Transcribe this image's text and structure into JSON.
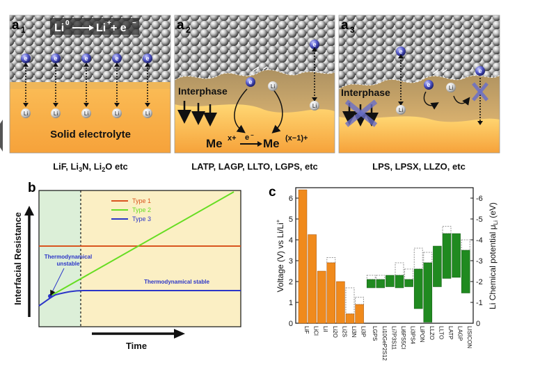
{
  "panel_a": {
    "a1": {
      "label": "a",
      "sub": "1",
      "reaction": {
        "left": "Li",
        "left_sup": "0",
        "right": "Li",
        "right_sup": "+",
        "tail": " + e",
        "tail_sup": "−"
      },
      "electron": "e",
      "electron_sup": "−",
      "ion": "Li",
      "ion_sup": "+",
      "electrolyte": "Solid electrolyte",
      "caption_parts": [
        "LiF, Li",
        "3",
        "N, Li",
        "2",
        "O etc"
      ]
    },
    "a2": {
      "label": "a",
      "sub": "2",
      "interphase": "Interphase",
      "reaction": {
        "me": "Me",
        "sup1": "x+",
        "e": "e",
        "e_sup": "−",
        "me2": "Me",
        "sup2": "(x−1)+"
      },
      "caption": "LATP, LAGP, LLTO, LGPS, etc"
    },
    "a3": {
      "label": "a",
      "sub": "3",
      "interphase": "Interphase",
      "caption": "LPS, LPSX, LLZO, etc"
    }
  },
  "panel_b": {
    "label": "b",
    "ylabel": "Interfacial Resistance",
    "xlabel": "Time",
    "legend": [
      "Type 1",
      "Type 2",
      "Type 3"
    ],
    "annotation_unstable": [
      "Thermodynamical",
      "unstable"
    ],
    "annotation_stable": "Thermodynamical stable",
    "colors": {
      "type1": "#d9541e",
      "type2": "#66dd22",
      "type3": "#2b35c8",
      "unstable_bg": "#dcefd8",
      "stable_bg": "#fbefc4"
    }
  },
  "chart_data": {
    "type": "bar",
    "label": "c",
    "ylabel_left": "Voltage (V) vs Li/Li",
    "ylabel_left_sup": "+",
    "ylabel_right": "Li Chemical potential μ",
    "ylabel_right_sub": "Li",
    "ylabel_right_unit": " (eV)",
    "ylim": [
      0,
      6.5
    ],
    "yticks_left": [
      "0",
      "1",
      "2",
      "3",
      "4",
      "5",
      "6"
    ],
    "yticks_right": [
      "0",
      "-1",
      "-2",
      "-3",
      "-4",
      "-5",
      "-6"
    ],
    "binary": {
      "color": "#f08a1c",
      "categories": [
        "LiF",
        "LiCl",
        "LiI",
        "Li2O",
        "Li2S",
        "Li3N",
        "Li3P"
      ],
      "values": [
        6.4,
        4.25,
        2.5,
        2.9,
        2.0,
        0.45,
        0.9
      ],
      "dotted_tops": [
        null,
        null,
        null,
        3.15,
        null,
        1.7,
        1.25
      ]
    },
    "ternary": {
      "color": "#208a20",
      "categories": [
        "LGPS",
        "Li10GeP2S12",
        "Li7P3S11",
        "Li6PS5Cl",
        "Li3PS4",
        "LiPON",
        "LLZO",
        "LLTO",
        "LATP",
        "LAGP",
        "LISICON"
      ],
      "ranges": [
        [
          1.7,
          2.1
        ],
        [
          1.7,
          2.1
        ],
        [
          1.75,
          2.3
        ],
        [
          1.7,
          2.3
        ],
        [
          1.75,
          2.1
        ],
        [
          0.7,
          2.6
        ],
        [
          0.05,
          2.9
        ],
        [
          1.75,
          3.7
        ],
        [
          2.15,
          4.3
        ],
        [
          2.2,
          4.3
        ],
        [
          1.45,
          3.5
        ]
      ],
      "dotted_tops": [
        2.3,
        2.3,
        2.3,
        2.9,
        2.6,
        3.6,
        3.4,
        null,
        4.65,
        null,
        4.0
      ]
    }
  }
}
